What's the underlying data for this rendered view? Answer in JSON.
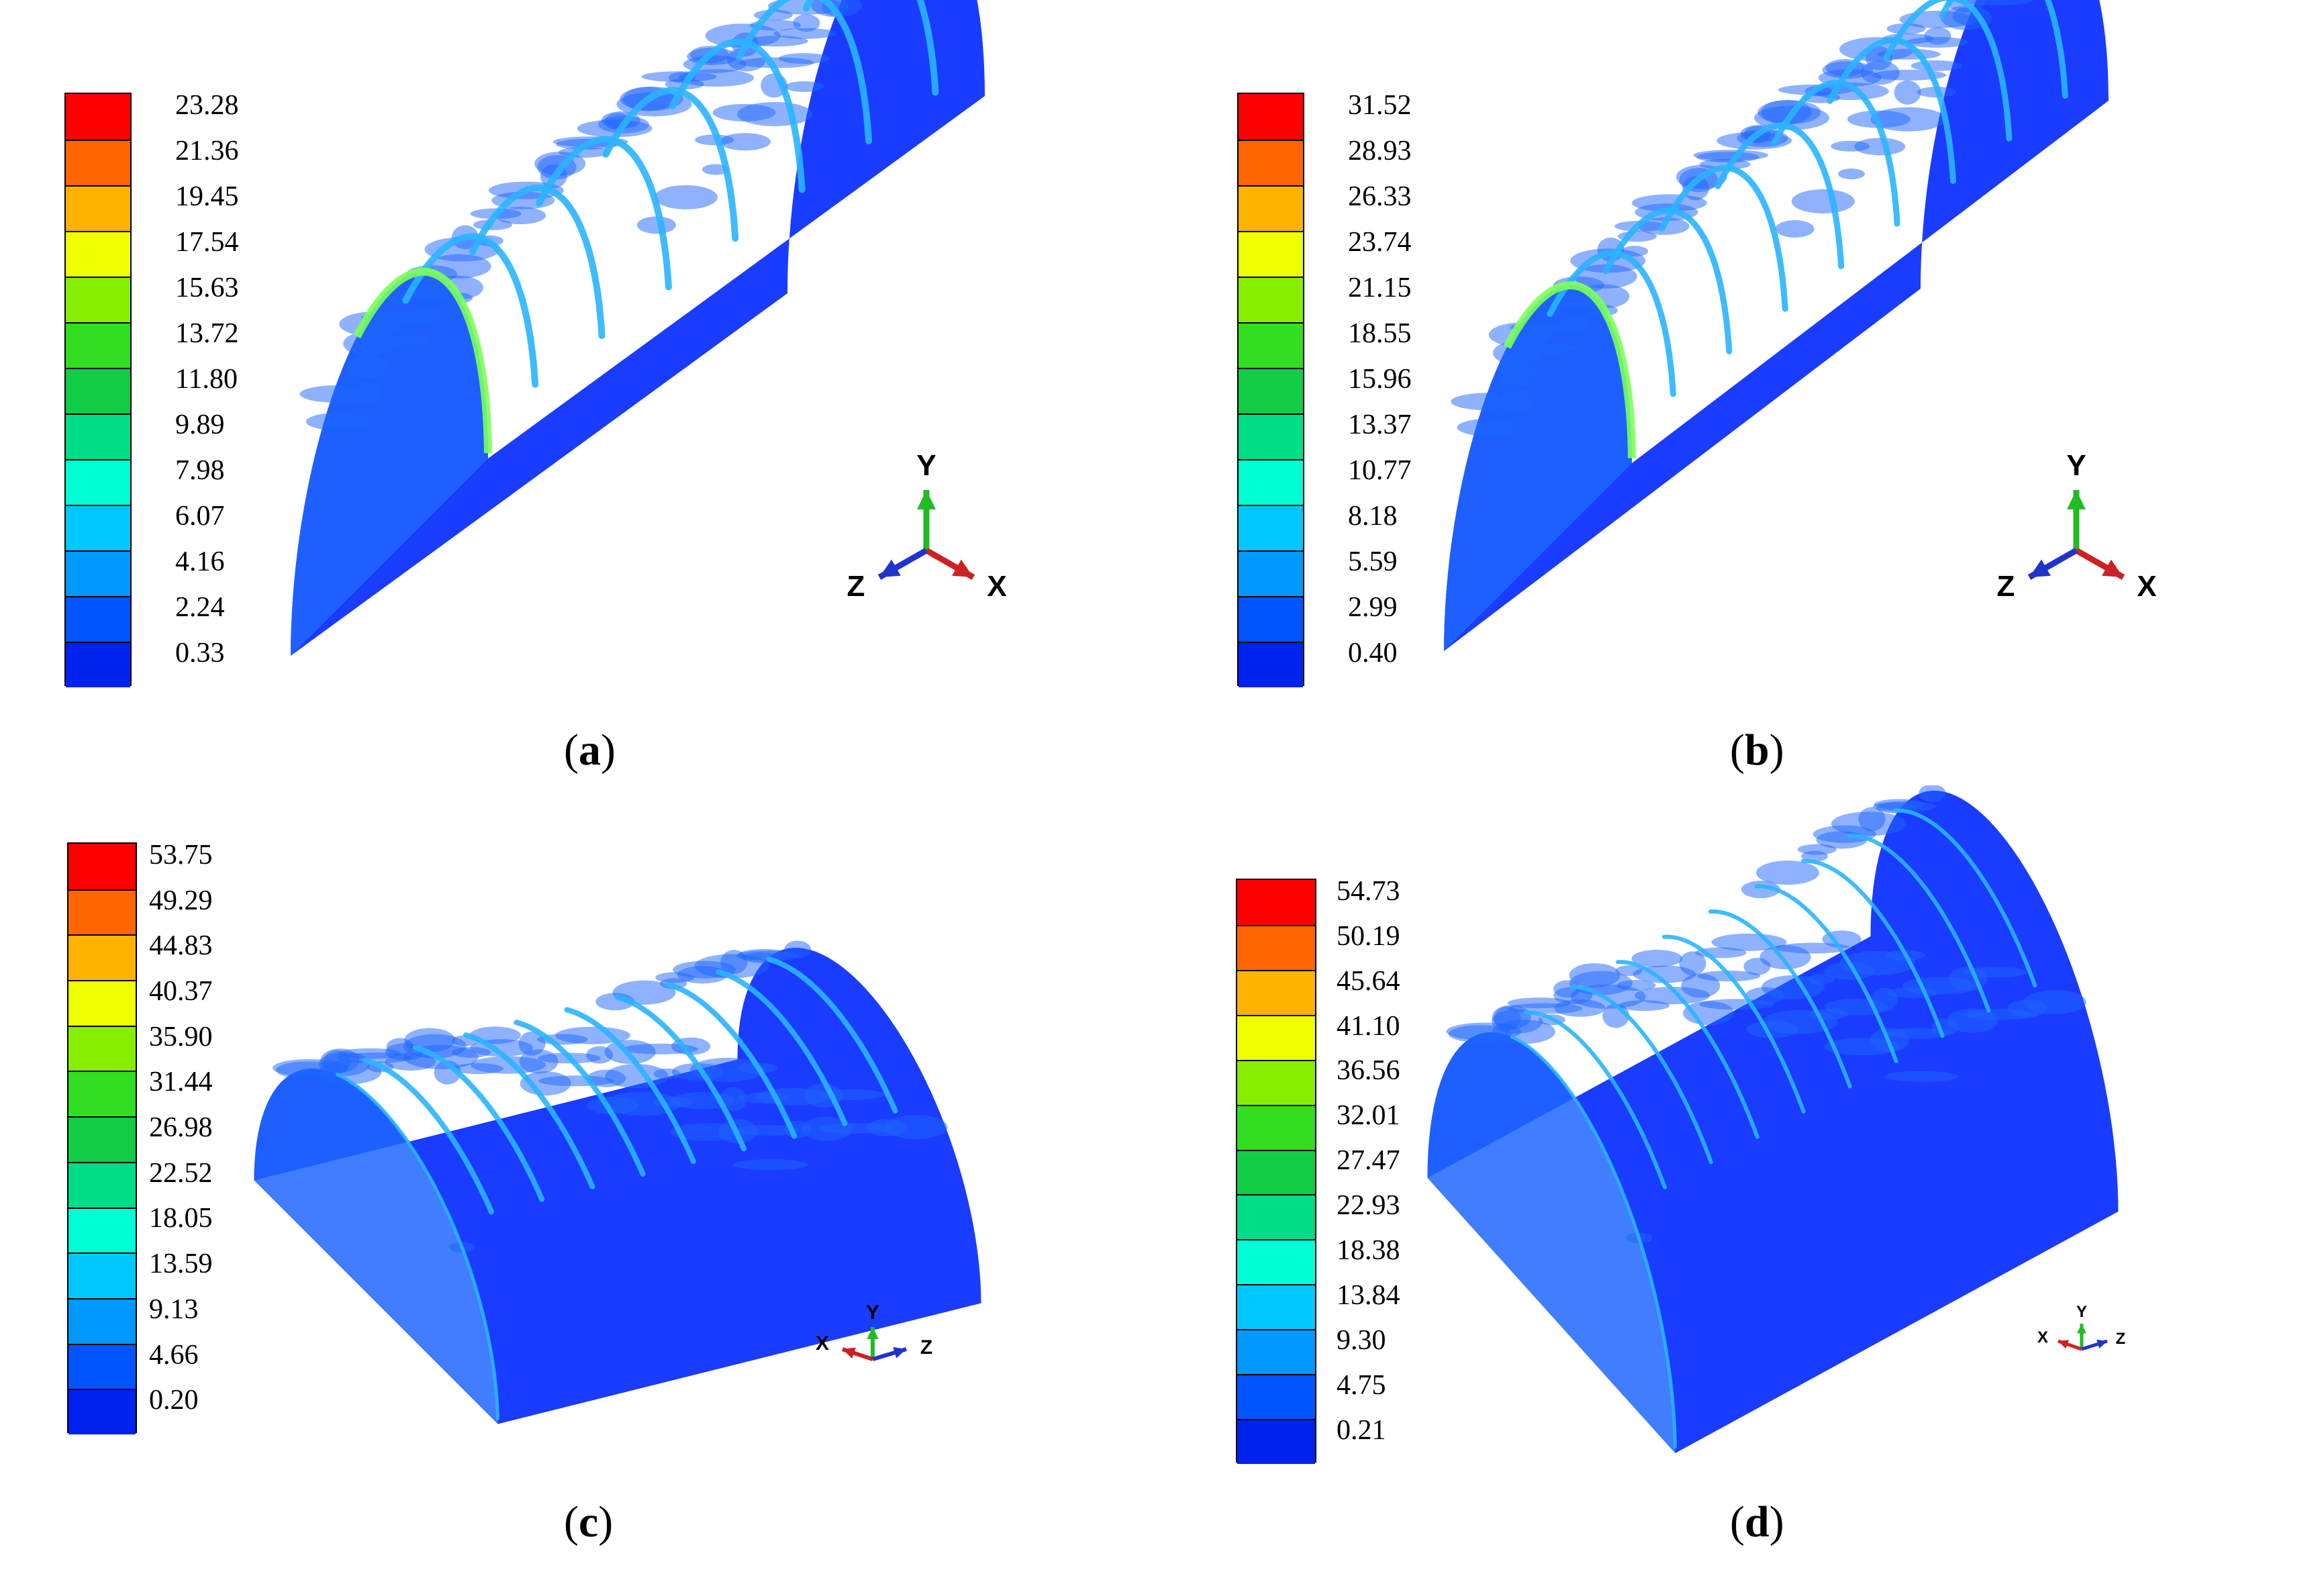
{
  "panels": [
    {
      "id": "a",
      "caption": "a",
      "legend_values": [
        "23.28",
        "21.36",
        "19.45",
        "17.54",
        "15.63",
        "13.72",
        "11.80",
        "9.89",
        "7.98",
        "6.07",
        "4.16",
        "2.24",
        "0.33"
      ],
      "axes": {
        "x": "X",
        "y": "Y",
        "z": "Z"
      }
    },
    {
      "id": "b",
      "caption": "b",
      "legend_values": [
        "31.52",
        "28.93",
        "26.33",
        "23.74",
        "21.15",
        "18.55",
        "15.96",
        "13.37",
        "10.77",
        "8.18",
        "5.59",
        "2.99",
        "0.40"
      ],
      "axes": {
        "x": "X",
        "y": "Y",
        "z": "Z"
      }
    },
    {
      "id": "c",
      "caption": "c",
      "legend_values": [
        "53.75",
        "49.29",
        "44.83",
        "40.37",
        "35.90",
        "31.44",
        "26.98",
        "22.52",
        "18.05",
        "13.59",
        "9.13",
        "4.66",
        "0.20"
      ],
      "axes": {
        "x": "X",
        "y": "Y",
        "z": "Z"
      }
    },
    {
      "id": "d",
      "caption": "d",
      "legend_values": [
        "54.73",
        "50.19",
        "45.64",
        "41.10",
        "36.56",
        "32.01",
        "27.47",
        "22.93",
        "18.38",
        "13.84",
        "9.30",
        "4.75",
        "0.21"
      ],
      "axes": {
        "x": "X",
        "y": "Y",
        "z": "Z"
      }
    }
  ],
  "legend_colors": [
    "#ff0000",
    "#ff6600",
    "#ffb300",
    "#eeff00",
    "#88ee00",
    "#33dd22",
    "#11cc44",
    "#00dd88",
    "#00ffd5",
    "#00c8ff",
    "#0099ff",
    "#0055ff",
    "#0022ee"
  ],
  "model_colors": {
    "base": "#1a3cff",
    "mid": "#1e66ff",
    "ring": "#2ab4ff",
    "ring_hot": "#7cff5a"
  }
}
